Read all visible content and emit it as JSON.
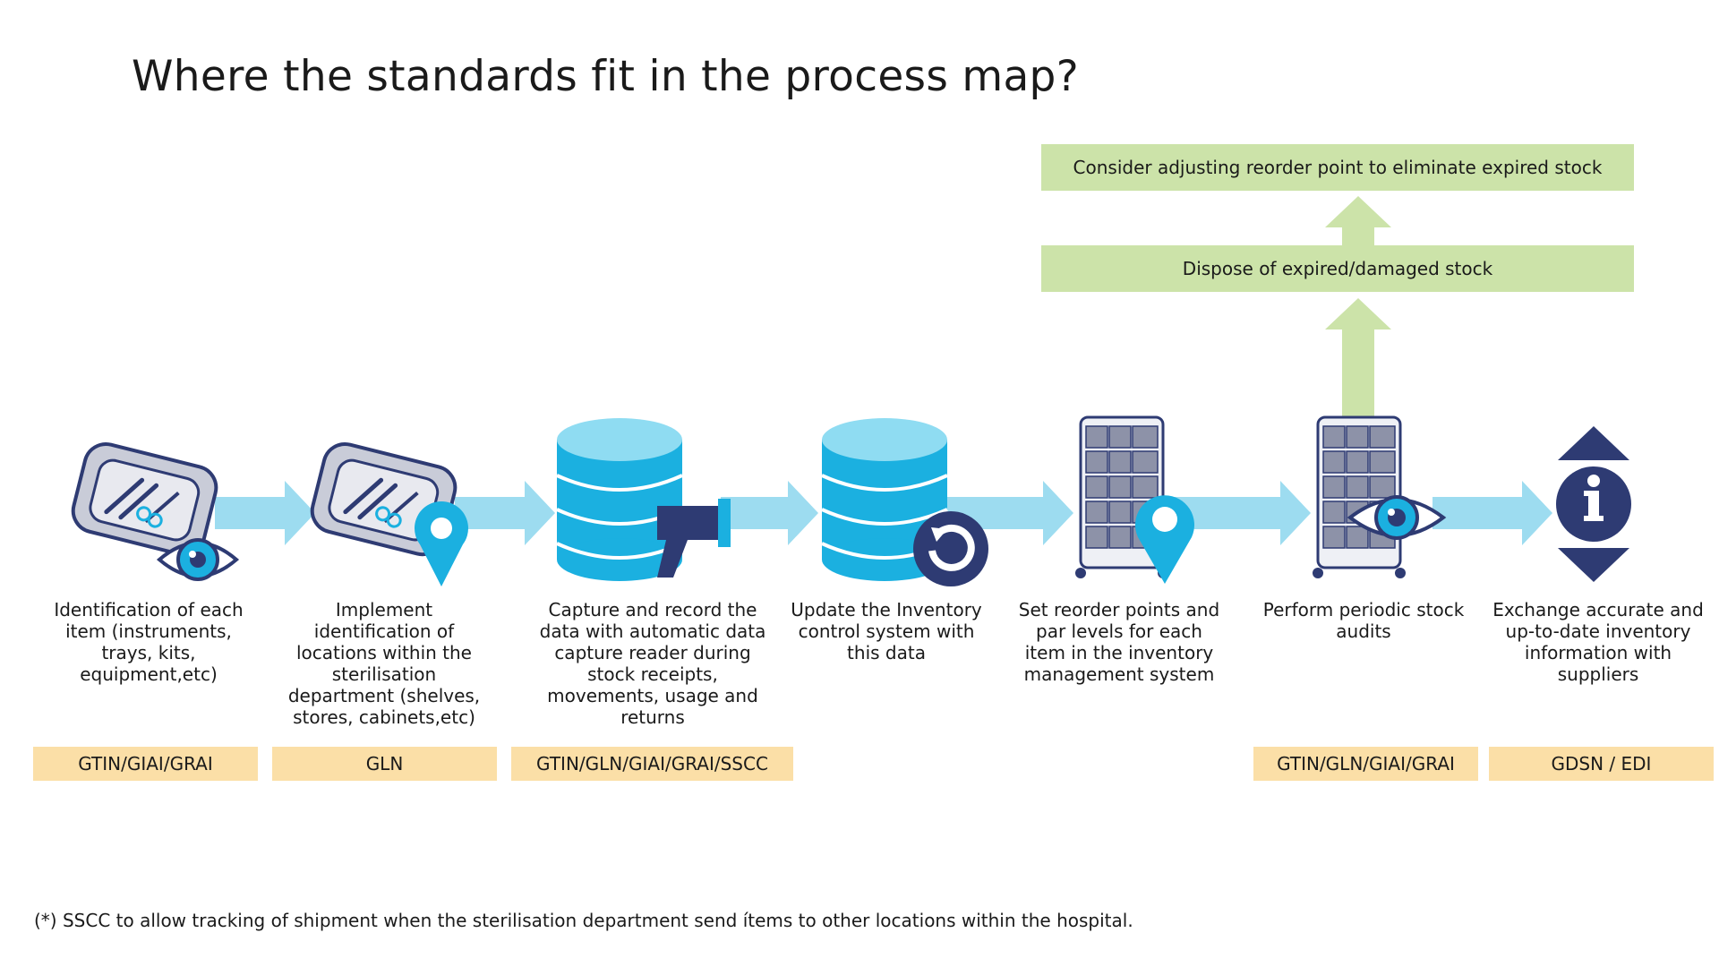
{
  "title": "Where the standards fit in the process map?",
  "outcomes": {
    "top": "Consider adjusting reorder point to eliminate expired stock",
    "middle": "Dispose of expired/damaged stock"
  },
  "steps": [
    {
      "text": "Identification of each item (instruments, trays, kits, equipment,etc)",
      "standard": "GTIN/GIAI/GRAI",
      "icon": "instrument-tray-eye-icon"
    },
    {
      "text": "Implement identification of locations within the sterilisation department (shelves, stores, cabinets,etc)",
      "standard": "GLN",
      "icon": "instrument-tray-location-pin-icon"
    },
    {
      "text": "Capture and record the data with automatic data capture reader during stock receipts, movements, usage and returns",
      "standard": "GTIN/GLN/GIAI/GRAI/SSCC",
      "icon": "database-barcode-scanner-icon"
    },
    {
      "text": "Update the Inventory control system with this data",
      "standard": "",
      "icon": "database-refresh-icon"
    },
    {
      "text": "Set reorder points and par levels for each item in the inventory management system",
      "standard": "",
      "icon": "storage-cabinet-location-pin-icon"
    },
    {
      "text": "Perform periodic stock audits",
      "standard": "GTIN/GLN/GIAI/GRAI",
      "icon": "storage-cabinet-eye-icon"
    },
    {
      "text": "Exchange accurate and up-to-date inventory information with suppliers",
      "standard": "GDSN / EDI",
      "icon": "information-exchange-icon"
    }
  ],
  "footnote": "(*) SSCC to allow tracking of shipment when the sterilisation department send ítems to other locations within the hospital.",
  "colors": {
    "flow_arrow": "#9ddcf0",
    "outcome_box": "#cce3a9",
    "standard_badge": "#fbdfa7",
    "icon_blue": "#1bb0e0",
    "icon_navy": "#2e3b73"
  }
}
